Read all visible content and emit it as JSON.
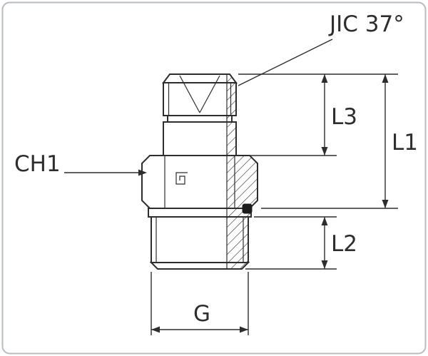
{
  "drawing": {
    "kind": "technical-drawing",
    "labels": {
      "thread_type": "JIC 37°",
      "wrench_size": "CH1",
      "length_l1": "L1",
      "length_l2": "L2",
      "length_l3": "L3",
      "thread_size": "G"
    },
    "colors": {
      "line": "#2d2d2d",
      "frame": "#b7bcc2",
      "background": "#ffffff"
    }
  }
}
